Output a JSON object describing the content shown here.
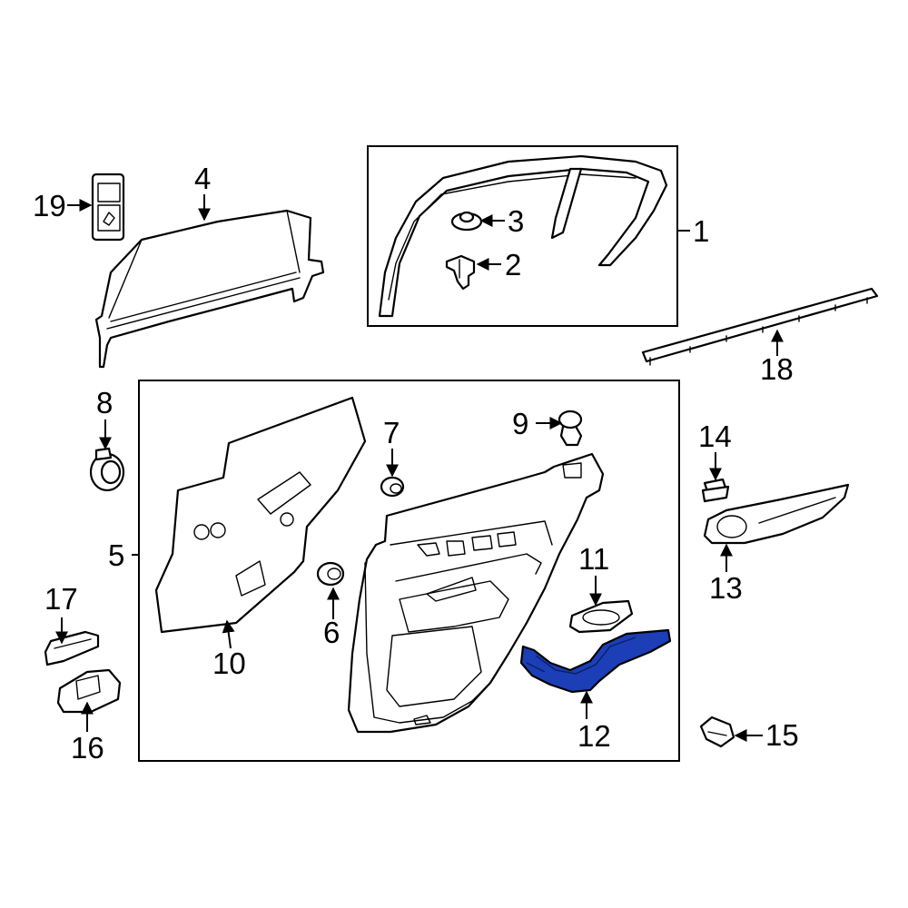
{
  "callouts": [
    {
      "id": "1",
      "text": "1"
    },
    {
      "id": "2",
      "text": "2"
    },
    {
      "id": "3",
      "text": "3"
    },
    {
      "id": "4",
      "text": "4"
    },
    {
      "id": "5",
      "text": "5"
    },
    {
      "id": "6",
      "text": "6"
    },
    {
      "id": "7",
      "text": "7"
    },
    {
      "id": "8",
      "text": "8"
    },
    {
      "id": "9",
      "text": "9"
    },
    {
      "id": "10",
      "text": "10"
    },
    {
      "id": "11",
      "text": "11"
    },
    {
      "id": "12",
      "text": "12"
    },
    {
      "id": "13",
      "text": "13"
    },
    {
      "id": "14",
      "text": "14"
    },
    {
      "id": "15",
      "text": "15"
    },
    {
      "id": "16",
      "text": "16"
    },
    {
      "id": "17",
      "text": "17"
    },
    {
      "id": "18",
      "text": "18"
    },
    {
      "id": "19",
      "text": "19"
    }
  ],
  "highlight": {
    "part": "12",
    "color": "#1c3fb7"
  },
  "line_color": "#000000",
  "background": "#ffffff"
}
